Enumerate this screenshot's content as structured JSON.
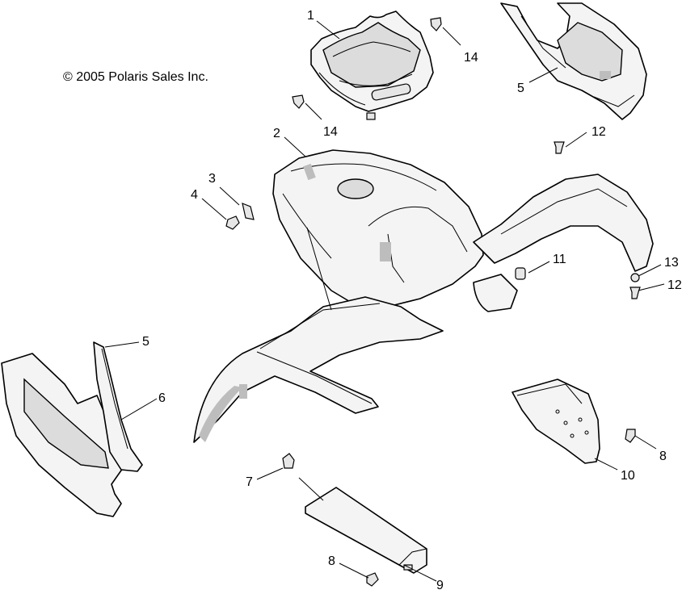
{
  "copyright": "© 2005 Polaris Sales Inc.",
  "callouts": [
    {
      "id": "c1",
      "label": "1"
    },
    {
      "id": "c14a",
      "label": "14"
    },
    {
      "id": "c14b",
      "label": "14"
    },
    {
      "id": "c5a",
      "label": "5"
    },
    {
      "id": "c12a",
      "label": "12"
    },
    {
      "id": "c2",
      "label": "2"
    },
    {
      "id": "c3",
      "label": "3"
    },
    {
      "id": "c4",
      "label": "4"
    },
    {
      "id": "c11",
      "label": "11"
    },
    {
      "id": "c13",
      "label": "13"
    },
    {
      "id": "c12b",
      "label": "12"
    },
    {
      "id": "c5b",
      "label": "5"
    },
    {
      "id": "c6",
      "label": "6"
    },
    {
      "id": "c7",
      "label": "7"
    },
    {
      "id": "c8a",
      "label": "8"
    },
    {
      "id": "c10",
      "label": "10"
    },
    {
      "id": "c8b",
      "label": "8"
    },
    {
      "id": "c9",
      "label": "9"
    }
  ]
}
